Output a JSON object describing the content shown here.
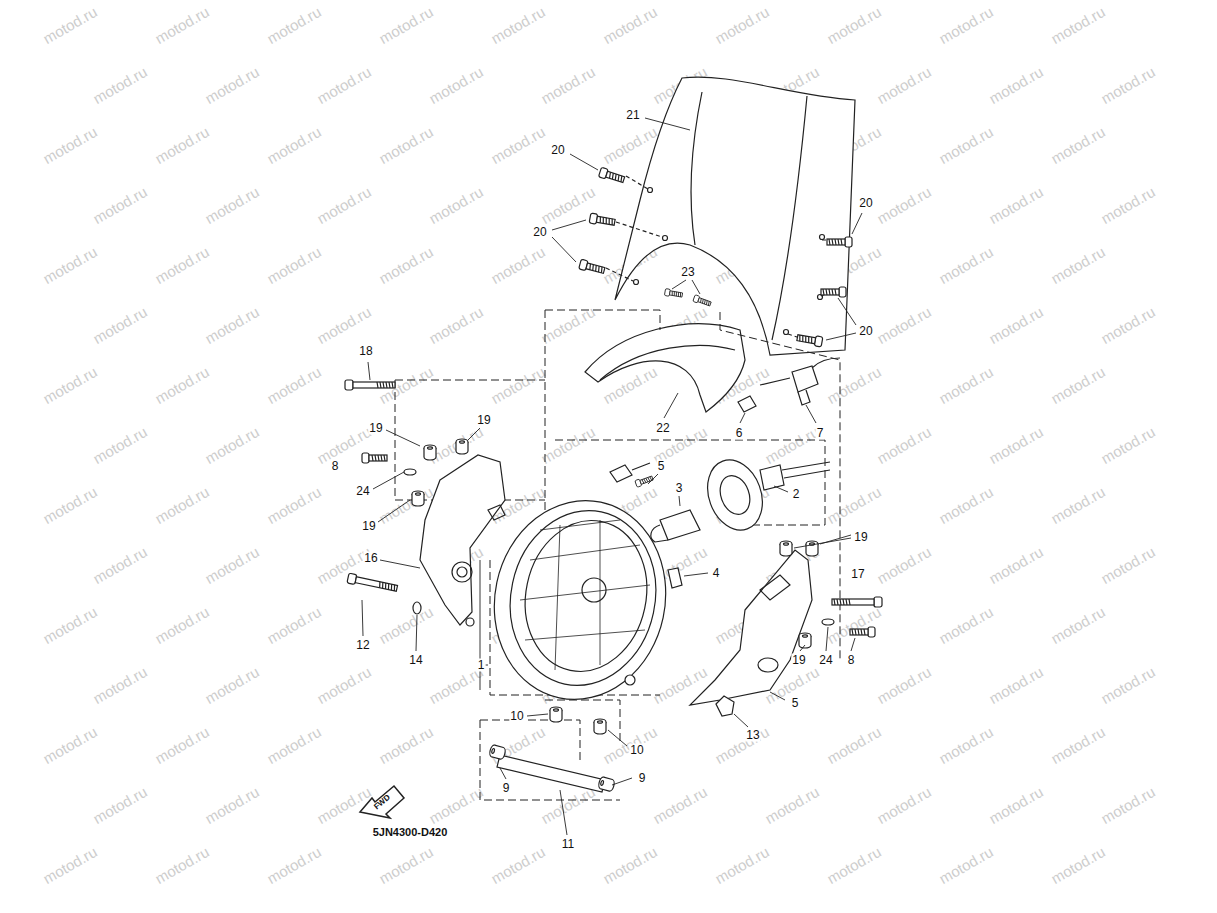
{
  "diagram": {
    "labels": [
      "21",
      "20",
      "20",
      "20",
      "20",
      "23",
      "22",
      "6",
      "7",
      "18",
      "19",
      "19",
      "8",
      "24",
      "19",
      "5",
      "3",
      "2",
      "16",
      "4",
      "19",
      "17",
      "12",
      "14",
      "1",
      "19",
      "24",
      "8",
      "5",
      "13",
      "10",
      "10",
      "9",
      "9",
      "11",
      "5JN4300-D420",
      "FWD",
      "motod.ru",
      "motod.ru",
      "motod.ru",
      "motod.ru",
      "motod.ru",
      "motod.ru",
      "motod.ru",
      "motod.ru",
      "motod.ru",
      "motod.ru",
      "motod.ru",
      "motod.ru",
      "motod.ru",
      "motod.ru",
      "motod.ru",
      "motod.ru",
      "motod.ru",
      "motod.ru",
      "motod.ru",
      "motod.ru",
      "motod.ru",
      "motod.ru",
      "motod.ru",
      "motod.ru",
      "motod.ru",
      "motod.ru",
      "motod.ru",
      "motod.ru",
      "motod.ru",
      "motod.ru",
      "motod.ru",
      "motod.ru",
      "motod.ru",
      "motod.ru",
      "motod.ru",
      "motod.ru",
      "motod.ru",
      "motod.ru",
      "motod.ru",
      "motod.ru",
      "motod.ru",
      "motod.ru",
      "motod.ru",
      "motod.ru",
      "motod.ru",
      "motod.ru",
      "motod.ru",
      "motod.ru",
      "motod.ru",
      "motod.ru",
      "motod.ru",
      "motod.ru",
      "motod.ru",
      "motod.ru",
      "motod.ru",
      "motod.ru",
      "motod.ru",
      "motod.ru",
      "motod.ru",
      "motod.ru",
      "motod.ru",
      "motod.ru",
      "motod.ru",
      "motod.ru",
      "motod.ru",
      "motod.ru",
      "motod.ru",
      "motod.ru",
      "motod.ru",
      "motod.ru",
      "motod.ru",
      "motod.ru",
      "motod.ru",
      "motod.ru",
      "motod.ru",
      "motod.ru",
      "motod.ru",
      "motod.ru",
      "motod.ru",
      "motod.ru",
      "motod.ru",
      "motod.ru",
      "motod.ru",
      "motod.ru",
      "motod.ru",
      "motod.ru",
      "motod.ru",
      "motod.ru",
      "motod.ru",
      "motod.ru",
      "motod.ru",
      "motod.ru",
      "motod.ru",
      "motod.ru",
      "motod.ru",
      "motod.ru",
      "motod.ru",
      "motod.ru",
      "motod.ru",
      "motod.ru",
      "motod.ru",
      "motod.ru",
      "motod.ru",
      "motod.ru",
      "motod.ru",
      "motod.ru",
      "motod.ru",
      "motod.ru",
      "motod.ru",
      "motod.ru",
      "motod.ru",
      "motod.ru",
      "motod.ru",
      "motod.ru",
      "motod.ru",
      "motod.ru",
      "motod.ru",
      "motod.ru",
      "motod.ru",
      "motod.ru",
      "motod.ru",
      "motod.ru",
      "motod.ru",
      "motod.ru",
      "motod.ru",
      "motod.ru",
      "motod.ru",
      "motod.ru",
      "motod.ru",
      "motod.ru",
      "motod.ru",
      "motod.ru",
      "motod.ru",
      "motod.ru",
      "motod.ru",
      "motod.ru",
      "motod.ru",
      "motod.ru",
      "motod.ru",
      "motod.ru",
      "motod.ru",
      "motod.ru",
      "motod.ru",
      "motod.ru",
      "motod.ru",
      "motod.ru",
      "motod.ru",
      "motod.ru",
      "motod.ru",
      "motod.ru"
    ]
  }
}
